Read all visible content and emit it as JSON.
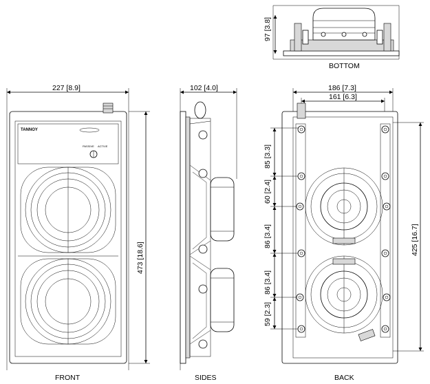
{
  "views": {
    "front": "FRONT",
    "sides": "SIDES",
    "back": "BACK",
    "bottom": "BOTTOM"
  },
  "dimensions": {
    "front_width": "227 [8.9]",
    "front_height": "473 [18.6]",
    "sides_depth": "102 [4.0]",
    "bottom_depth": "97 [3.8]",
    "back_outer_width": "186 [7.3]",
    "back_inner_width": "161 [6.3]",
    "back_height": "425 [16.7]",
    "back_seg_1": "85 [3.3]",
    "back_seg_2": "60 [2.4]",
    "back_seg_3": "86 [3.4]",
    "back_seg_4": "86 [3.4]",
    "back_seg_5": "59 [2.3]"
  },
  "front_panel": {
    "brand": "TANNOY",
    "switch_left": "PASSIVE",
    "switch_right": "ACTIVE"
  }
}
